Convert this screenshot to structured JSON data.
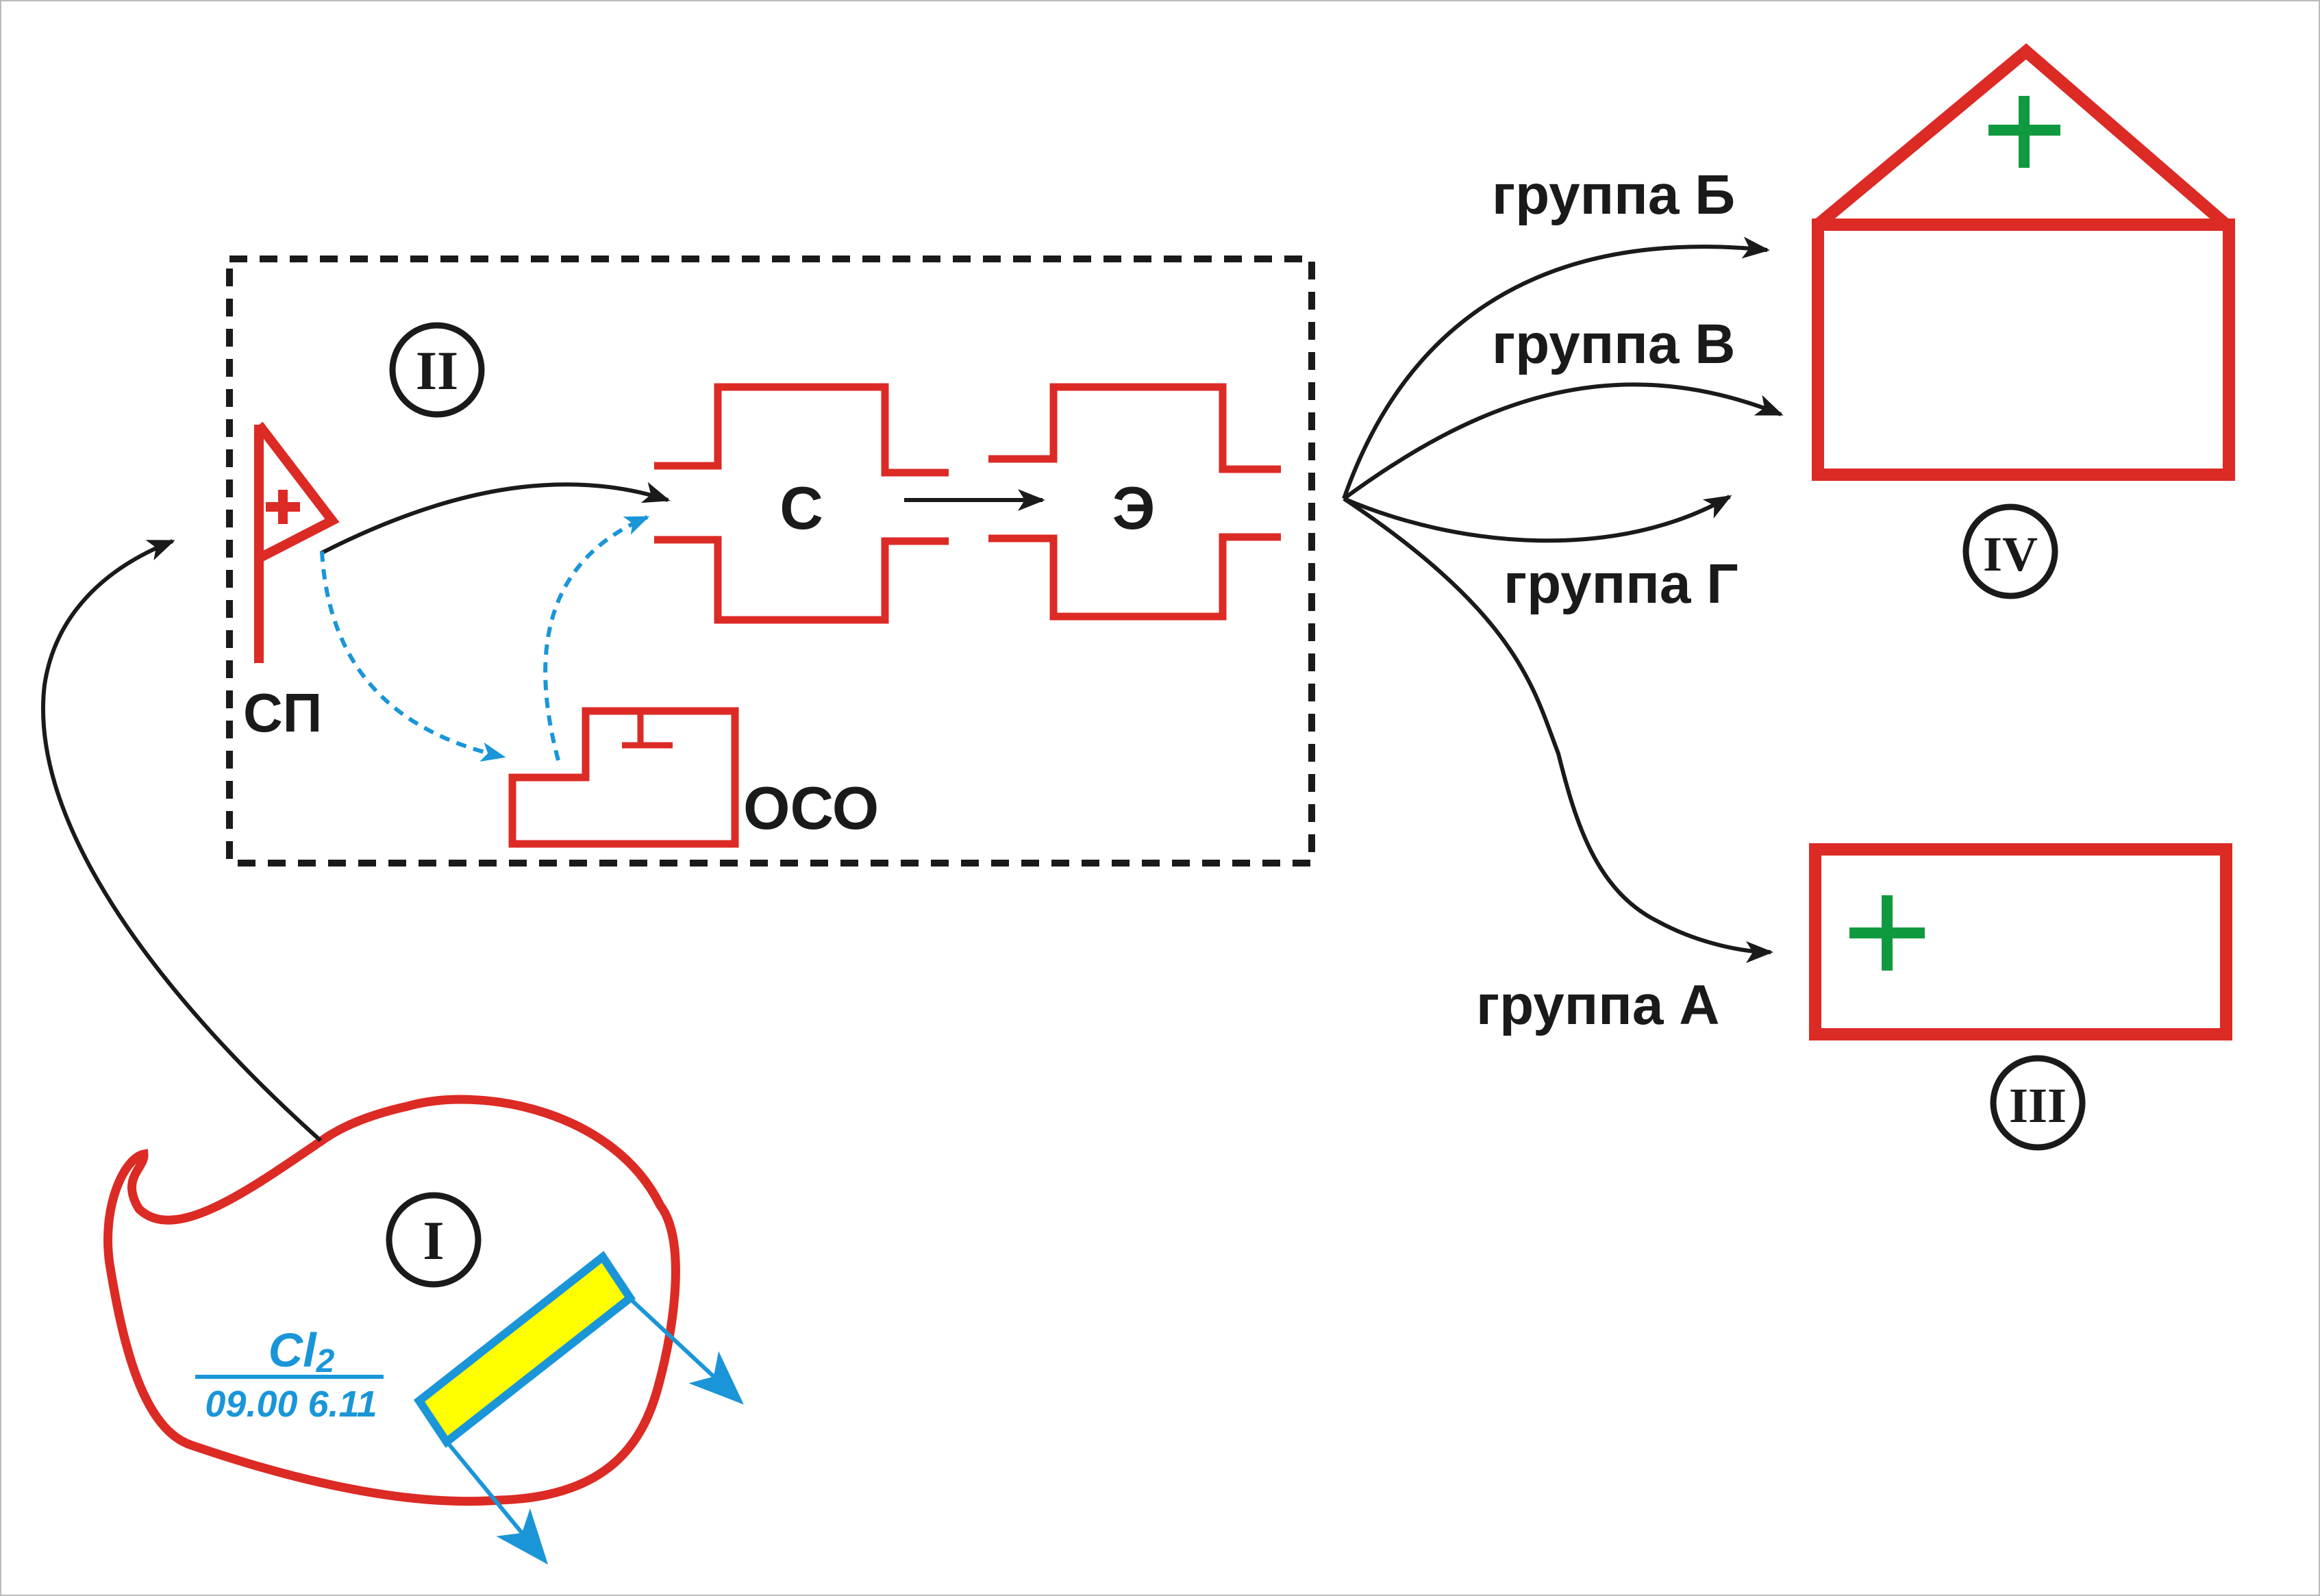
{
  "colors": {
    "red": "#dc2a25",
    "black": "#1a1a1a",
    "blue": "#1a96d8",
    "green": "#109a40",
    "yellow": "#ffff00"
  },
  "zones": {
    "zone_1": "I",
    "zone_2": "II",
    "zone_3": "III",
    "zone_4": "IV"
  },
  "labels": {
    "sp": "СП",
    "oso": "ОСО",
    "s": "С",
    "e": "Э"
  },
  "groups": {
    "b": "группа Б",
    "v": "группа В",
    "g": "группа Г",
    "a": "группа А"
  },
  "source": {
    "agent_base": "Cl",
    "agent_sub": "2",
    "datetime": "09.00 6.11"
  },
  "icons": [
    "first-aid-flag-icon",
    "vehicle-icon",
    "hospital-building-icon",
    "medical-unit-icon",
    "contamination-zone-icon",
    "tank-container-icon"
  ]
}
